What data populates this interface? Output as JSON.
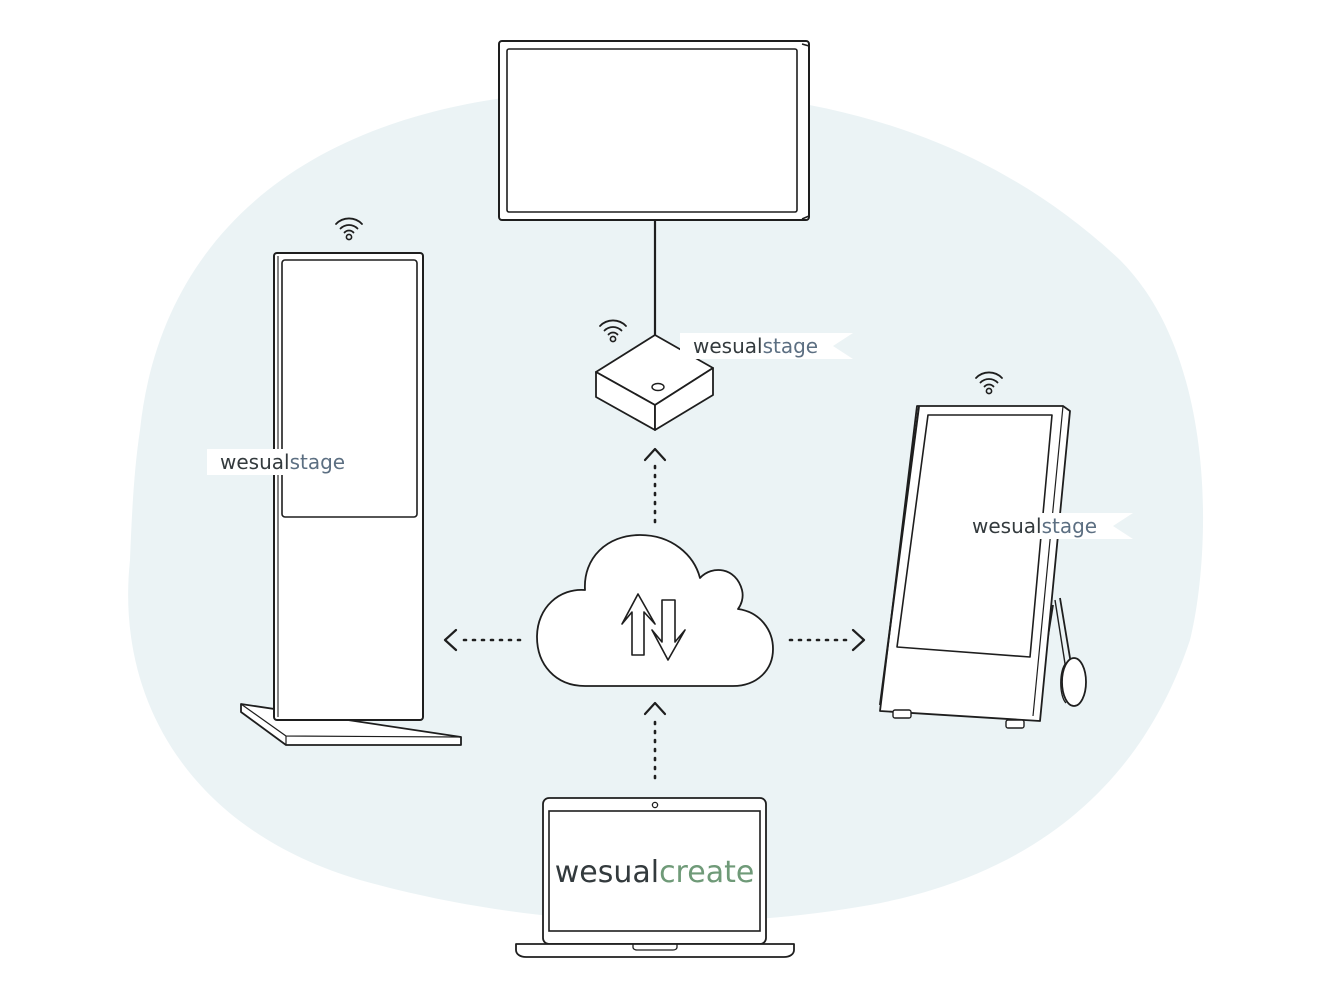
{
  "colors": {
    "background": "#ffffff",
    "blob": "#ebf3f5",
    "line": "#1e1e1e",
    "brand_dark": "#333a3d",
    "brand_stage": "#5c6f82",
    "brand_create": "#6f9a78",
    "tag_fill": "#ffffff"
  },
  "labels": {
    "player_box_tag": {
      "word": "wesual",
      "product": "stage"
    },
    "kiosk_tag": {
      "word": "wesual",
      "product": "stage"
    },
    "display_stand_tag": {
      "word": "wesual",
      "product": "stage"
    },
    "laptop_screen": {
      "word": "wesual",
      "product": "create"
    }
  },
  "icons": [
    "wifi-icon",
    "cloud-icon",
    "upload-arrow-icon",
    "download-arrow-icon",
    "arrow-left-icon",
    "arrow-right-icon",
    "arrow-up-icon"
  ]
}
